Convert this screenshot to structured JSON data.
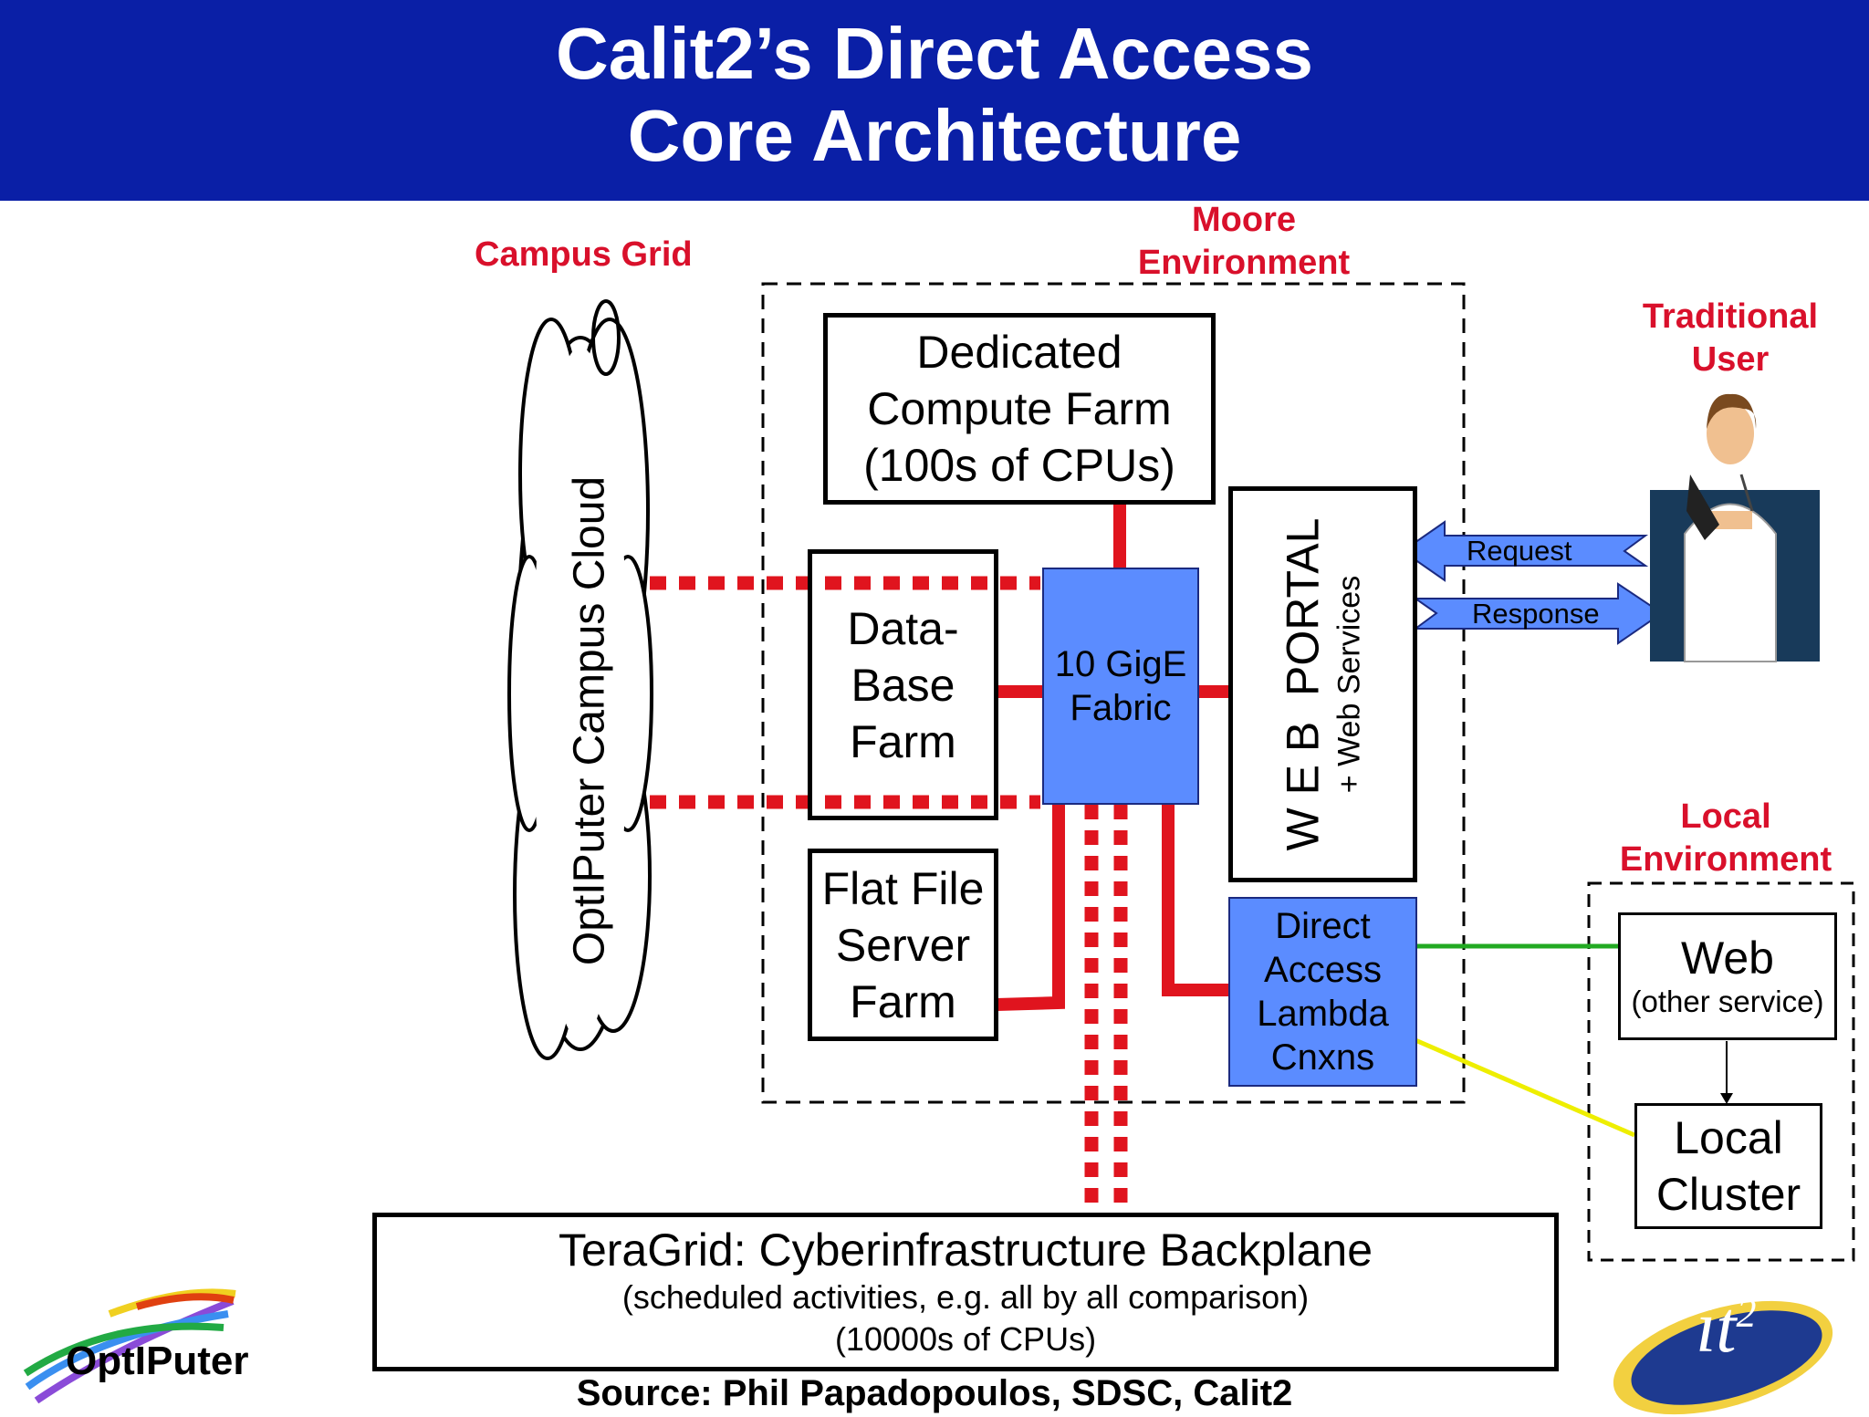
{
  "header": {
    "title_line1": "Calit2’s Direct Access",
    "title_line2": "Core Architecture"
  },
  "labels": {
    "campus_grid": "Campus Grid",
    "moore_line1": "Moore",
    "moore_line2": "Environment",
    "traditional_line1": "Traditional",
    "traditional_line2": "User",
    "local_env_line1": "Local",
    "local_env_line2": "Environment"
  },
  "cloud": {
    "label": "OptIPuter Campus Cloud"
  },
  "boxes": {
    "compute": {
      "line1": "Dedicated",
      "line2": "Compute Farm",
      "line3": "(100s of CPUs)"
    },
    "database": {
      "line1": "Data-",
      "line2": "Base",
      "line3": "Farm"
    },
    "fabric": {
      "line1": "10 GigE",
      "line2": "Fabric"
    },
    "portal": {
      "main": "W E B  PORTAL",
      "sub": "+ Web Services"
    },
    "flatfile": {
      "line1": "Flat File",
      "line2": "Server",
      "line3": "Farm"
    },
    "direct": {
      "line1": "Direct",
      "line2": "Access",
      "line3": "Lambda",
      "line4": "Cnxns"
    },
    "web": {
      "line1": "Web",
      "line2": "(other service)"
    },
    "cluster": {
      "line1": "Local",
      "line2": "Cluster"
    },
    "teragrid": {
      "line1": "TeraGrid: Cyberinfrastructure Backplane",
      "line2": "(scheduled activities, e.g. all by all comparison)",
      "line3": "(10000s of CPUs)"
    }
  },
  "arrows": {
    "request": "Request",
    "response": "Response"
  },
  "source": "Source: Phil Papadopoulos, SDSC, Calit2",
  "logos": {
    "optiputer": "OptIPuter",
    "calit2": "it"
  },
  "colors": {
    "header": "#0a1fa6",
    "accent_red": "#d9102b",
    "fabric_blue": "#5b8cff",
    "green_link": "#22aa22",
    "yellow_link": "#eeee00"
  }
}
